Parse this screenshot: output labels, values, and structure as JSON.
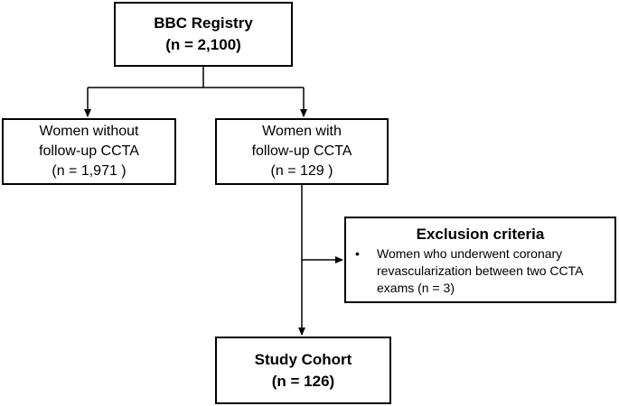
{
  "nodes": {
    "registry": {
      "title": "BBC Registry",
      "count": "(n = 2,100)"
    },
    "without_ccta": {
      "line1": "Women without",
      "line2": "follow-up CCTA",
      "count": "(n = 1,971 )"
    },
    "with_ccta": {
      "line1": "Women with",
      "line2": "follow-up CCTA",
      "count": "(n = 129 )"
    },
    "exclusion": {
      "title": "Exclusion criteria",
      "bullet": "•",
      "item_lines": [
        "Women who underwent coronary",
        "revascularization between two CCTA",
        "exams (n = 3)"
      ]
    },
    "cohort": {
      "title": "Study Cohort",
      "count": "(n = 126)"
    }
  },
  "colors": {
    "line": "#000000",
    "box_border": "#000000",
    "background": "#ffffff"
  }
}
